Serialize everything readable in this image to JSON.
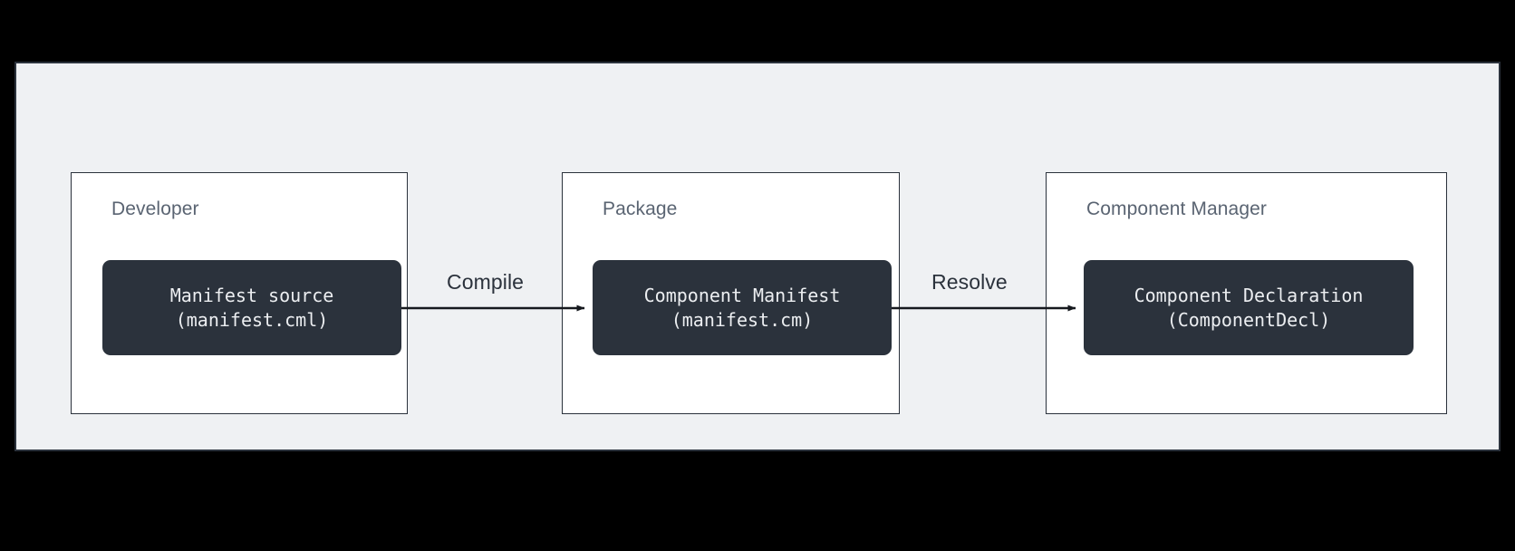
{
  "diagram": {
    "type": "flow-diagram",
    "background_color": "#eff1f3",
    "page_background_color": "#000000",
    "border_color": "#2b323c",
    "node_fill_color": "#2b323c",
    "node_text_color": "#eceef1",
    "group_label_color": "#5a6472",
    "groups": [
      {
        "id": "developer",
        "label": "Developer",
        "node": {
          "id": "manifest-source",
          "line1": "Manifest source",
          "line2": "(manifest.cml)"
        }
      },
      {
        "id": "package",
        "label": "Package",
        "node": {
          "id": "component-manifest",
          "line1": "Component Manifest",
          "line2": "(manifest.cm)"
        }
      },
      {
        "id": "component-manager",
        "label": "Component Manager",
        "node": {
          "id": "component-declaration",
          "line1": "Component Declaration",
          "line2": "(ComponentDecl)"
        }
      }
    ],
    "edges": [
      {
        "id": "compile",
        "label": "Compile",
        "from": "manifest-source",
        "to": "component-manifest",
        "arrowhead": "solid-triangle"
      },
      {
        "id": "resolve",
        "label": "Resolve",
        "from": "component-manifest",
        "to": "component-declaration",
        "arrowhead": "solid-triangle"
      }
    ]
  }
}
